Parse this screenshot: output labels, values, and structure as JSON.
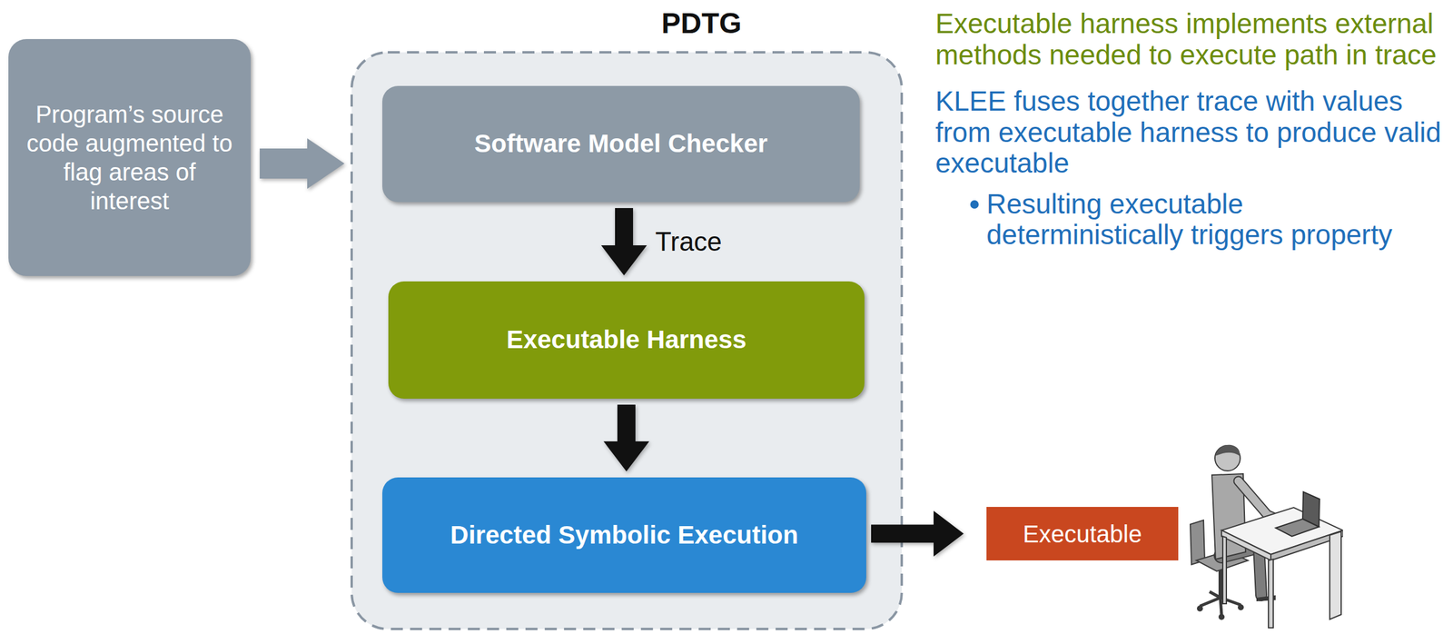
{
  "diagram": {
    "nodes": [
      {
        "text": [
          "Program’s source code augmented to flag areas of interest"
        ]
      },
      {
        "text": [
          "PDTG"
        ]
      },
      {
        "text": [
          "Software Model Checker"
        ],
        "in": 1
      },
      {
        "text": [
          "Executable Harness"
        ],
        "in": 1
      },
      {
        "text": [
          "Directed Symbolic Execution"
        ],
        "in": 1
      },
      {
        "text": [
          "Executable"
        ]
      }
    ],
    "edges": [
      {
        "from": 0,
        "to": 1,
        "arrow": "to"
      },
      {
        "from": 2,
        "to": 3,
        "label": "Trace",
        "arrow": "to"
      },
      {
        "from": 3,
        "to": 4,
        "arrow": "to"
      },
      {
        "from": 4,
        "to": 5,
        "arrow": "to"
      }
    ],
    "labels": [
      "Executable harness implements external methods needed to execute path in trace",
      "KLEE fuses together trace with values from executable harness to produce valid executable",
      "Resulting executable deterministically triggers property"
    ]
  }
}
